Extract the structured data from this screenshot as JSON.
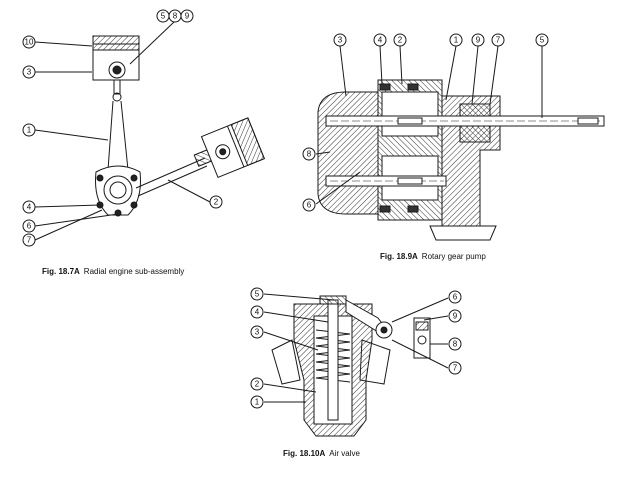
{
  "figures": [
    {
      "id": "radial-engine",
      "caption_prefix": "Fig. 18.7A",
      "caption_text": "Radial engine sub-assembly",
      "callouts": [
        "10",
        "3",
        "1",
        "4",
        "6",
        "7",
        "2",
        "5",
        "8",
        "9"
      ]
    },
    {
      "id": "rotary-gear-pump",
      "caption_prefix": "Fig. 18.9A",
      "caption_text": "Rotary gear pump",
      "callouts": [
        "3",
        "4",
        "2",
        "1",
        "9",
        "7",
        "5",
        "8",
        "6"
      ]
    },
    {
      "id": "air-valve",
      "caption_prefix": "Fig. 18.10A",
      "caption_text": "Air valve",
      "callouts": [
        "5",
        "4",
        "3",
        "2",
        "1",
        "6",
        "9",
        "8",
        "7"
      ]
    }
  ],
  "colors": {
    "ink": "#1a1a1a",
    "hatch": "#333333",
    "background": "#ffffff"
  }
}
